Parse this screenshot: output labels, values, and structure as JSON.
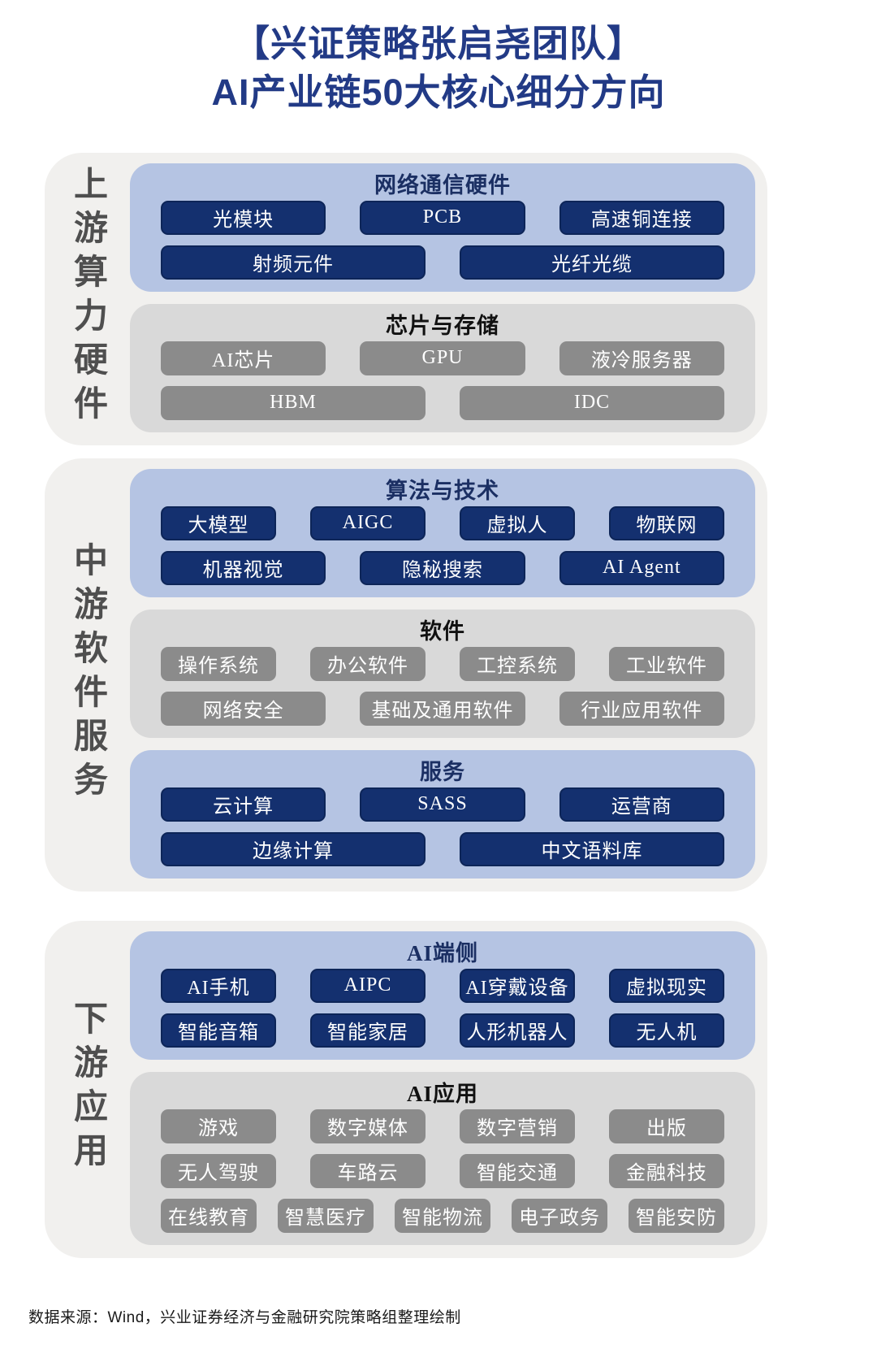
{
  "title": {
    "line1": "【兴证策略张启尧团队】",
    "line2": "AI产业链50大核心细分方向"
  },
  "colors": {
    "title_color": "#223a86",
    "navy_text": "#1b2f63",
    "navy_btn": "#14306f",
    "navy_border": "#0d2558",
    "blue_block": "#b5c4e3",
    "gray_block": "#d9d9d9",
    "gray_btn": "#8b8b8b",
    "section_bg": "#f1f0ee",
    "label_color": "#4f4f4f"
  },
  "sections": [
    {
      "label": "上游算力硬件",
      "blocks": [
        {
          "style": "blue",
          "title": "网络通信硬件",
          "rows": [
            [
              "光模块",
              "PCB",
              "高速铜连接"
            ],
            [
              "射频元件",
              "光纤光缆"
            ]
          ]
        },
        {
          "style": "gray",
          "title": "芯片与存储",
          "rows": [
            [
              "AI芯片",
              "GPU",
              "液冷服务器"
            ],
            [
              "HBM",
              "IDC"
            ]
          ]
        }
      ]
    },
    {
      "label": "中游软件服务",
      "blocks": [
        {
          "style": "blue",
          "title": "算法与技术",
          "rows": [
            [
              "大模型",
              "AIGC",
              "虚拟人",
              "物联网"
            ],
            [
              "机器视觉",
              "隐秘搜索",
              "AI Agent"
            ]
          ]
        },
        {
          "style": "gray",
          "title": "软件",
          "rows": [
            [
              "操作系统",
              "办公软件",
              "工控系统",
              "工业软件"
            ],
            [
              "网络安全",
              "基础及通用软件",
              "行业应用软件"
            ]
          ]
        },
        {
          "style": "blue",
          "title": "服务",
          "rows": [
            [
              "云计算",
              "SASS",
              "运营商"
            ],
            [
              "边缘计算",
              "中文语料库"
            ]
          ]
        }
      ]
    },
    {
      "label": "下游应用",
      "blocks": [
        {
          "style": "blue",
          "title": "AI端侧",
          "rows": [
            [
              "AI手机",
              "AIPC",
              "AI穿戴设备",
              "虚拟现实"
            ],
            [
              "智能音箱",
              "智能家居",
              "人形机器人",
              "无人机"
            ]
          ]
        },
        {
          "style": "gray",
          "title": "AI应用",
          "rows": [
            [
              "游戏",
              "数字媒体",
              "数字营销",
              "出版"
            ],
            [
              "无人驾驶",
              "车路云",
              "智能交通",
              "金融科技"
            ],
            [
              "在线教育",
              "智慧医疗",
              "智能物流",
              "电子政务",
              "智能安防"
            ]
          ]
        }
      ]
    }
  ],
  "footer": {
    "text": "数据来源：Wind，兴业证券经济与金融研究院策略组整理绘制"
  }
}
